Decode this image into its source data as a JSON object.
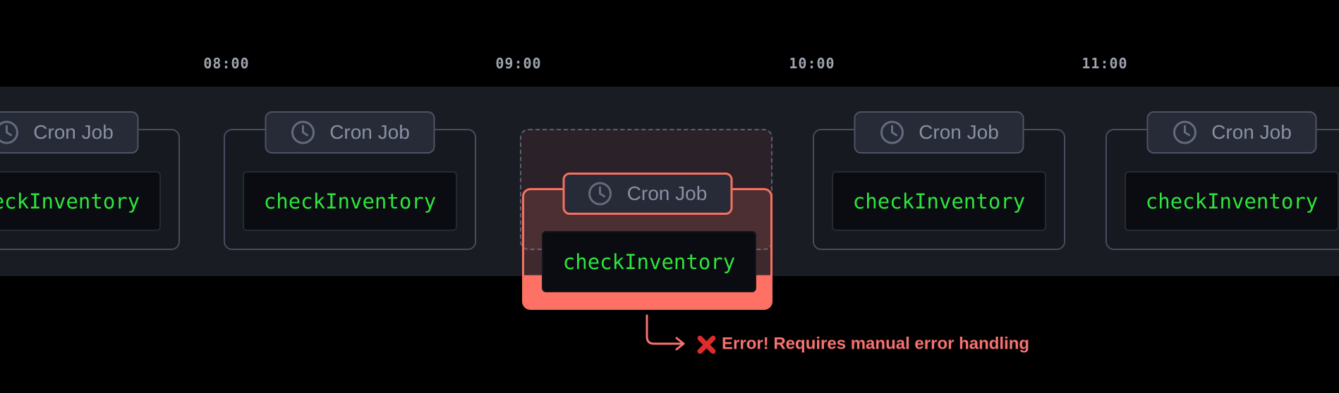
{
  "timeline": {
    "time_labels": [
      "08:00",
      "09:00",
      "10:00",
      "11:00"
    ],
    "badge_label": "Cron Job",
    "job_name": "checkInventory",
    "error": {
      "icon": "❌",
      "message": "Error! Requires manual error handling"
    },
    "colors": {
      "job_text_green": "#2ee43c",
      "error_salmon": "#f87171",
      "error_card_border": "#f87060",
      "error_card_bottom_fill": "#ff7164",
      "badge_text": "#8890a4",
      "time_label_text": "#9da3af"
    }
  }
}
